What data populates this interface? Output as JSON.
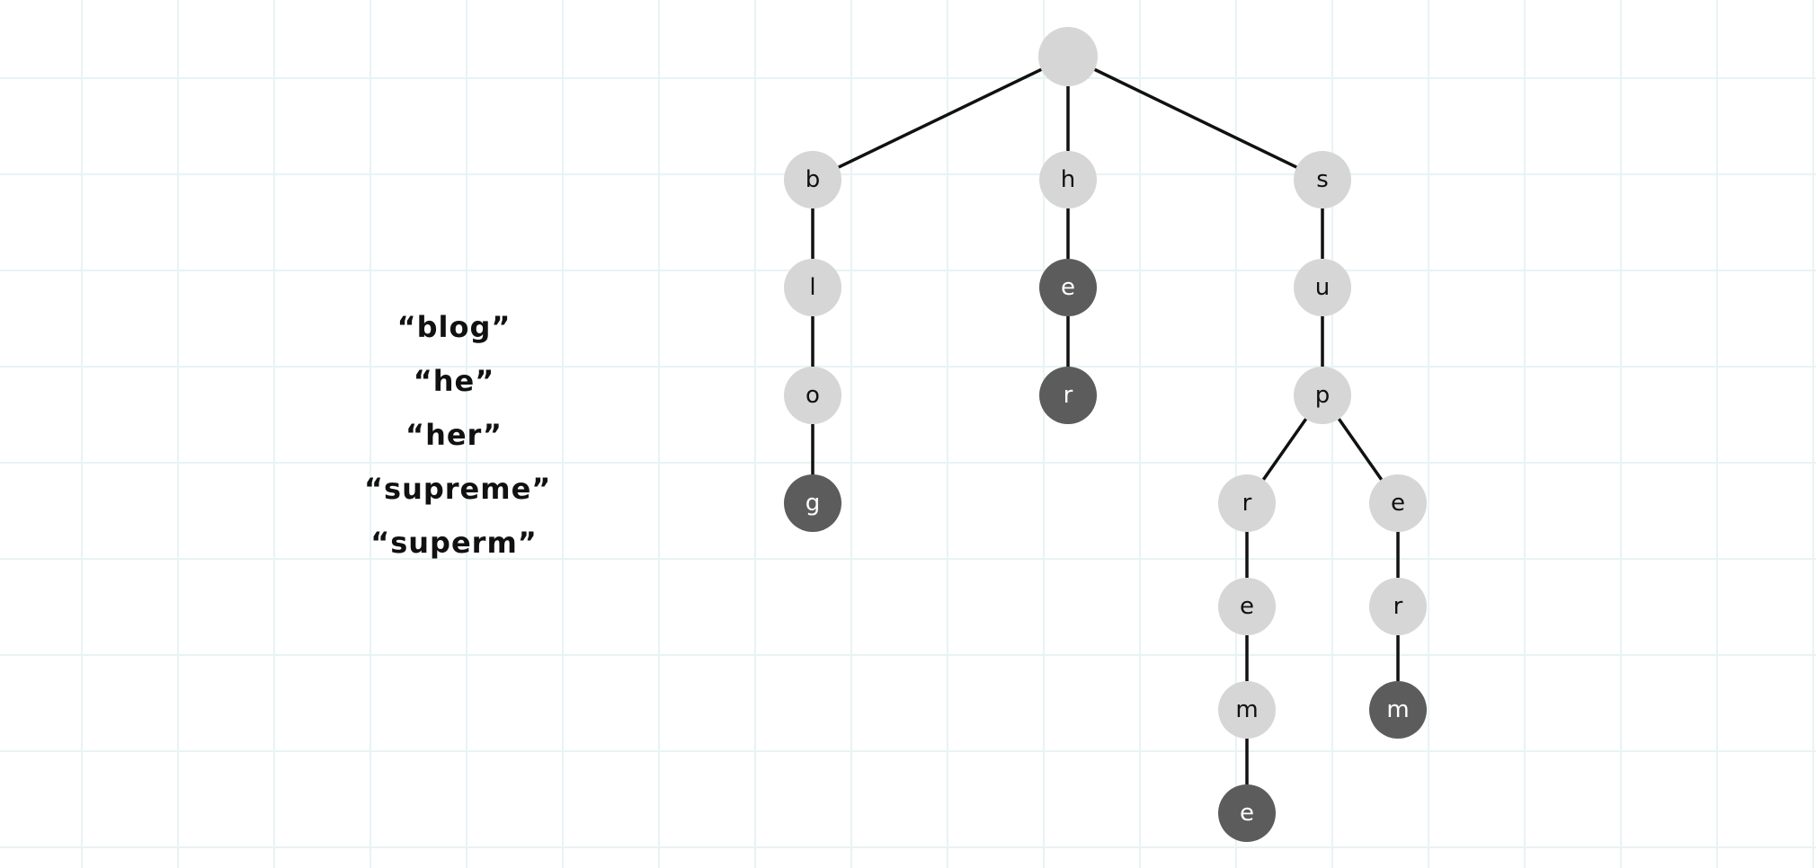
{
  "words": [
    "“blog”",
    "“he”",
    "“her”",
    "“supreme”",
    "“superm”"
  ],
  "colors": {
    "normal_node": "#d6d6d6",
    "terminal_node": "#5c5c5c",
    "normal_text": "#111111",
    "terminal_text": "#ffffff",
    "edge": "#111111",
    "grid": "#e8f3f4"
  },
  "trie": {
    "root": {
      "char": "",
      "terminal": false
    },
    "nodes": [
      {
        "id": "b",
        "char": "b",
        "parent": "root",
        "terminal": false
      },
      {
        "id": "bl",
        "char": "l",
        "parent": "b",
        "terminal": false
      },
      {
        "id": "blo",
        "char": "o",
        "parent": "bl",
        "terminal": false
      },
      {
        "id": "blog",
        "char": "g",
        "parent": "blo",
        "terminal": true
      },
      {
        "id": "h",
        "char": "h",
        "parent": "root",
        "terminal": false
      },
      {
        "id": "he",
        "char": "e",
        "parent": "h",
        "terminal": true
      },
      {
        "id": "her",
        "char": "r",
        "parent": "he",
        "terminal": true
      },
      {
        "id": "s",
        "char": "s",
        "parent": "root",
        "terminal": false
      },
      {
        "id": "su",
        "char": "u",
        "parent": "s",
        "terminal": false
      },
      {
        "id": "sup",
        "char": "p",
        "parent": "su",
        "terminal": false
      },
      {
        "id": "supr",
        "char": "r",
        "parent": "sup",
        "terminal": false
      },
      {
        "id": "supre",
        "char": "e",
        "parent": "supr",
        "terminal": false
      },
      {
        "id": "suprem",
        "char": "m",
        "parent": "supre",
        "terminal": false
      },
      {
        "id": "supreme",
        "char": "e",
        "parent": "suprem",
        "terminal": true
      },
      {
        "id": "supe",
        "char": "e",
        "parent": "sup",
        "terminal": false
      },
      {
        "id": "super",
        "char": "r",
        "parent": "supe",
        "terminal": false
      },
      {
        "id": "superm",
        "char": "m",
        "parent": "super",
        "terminal": true
      }
    ]
  }
}
